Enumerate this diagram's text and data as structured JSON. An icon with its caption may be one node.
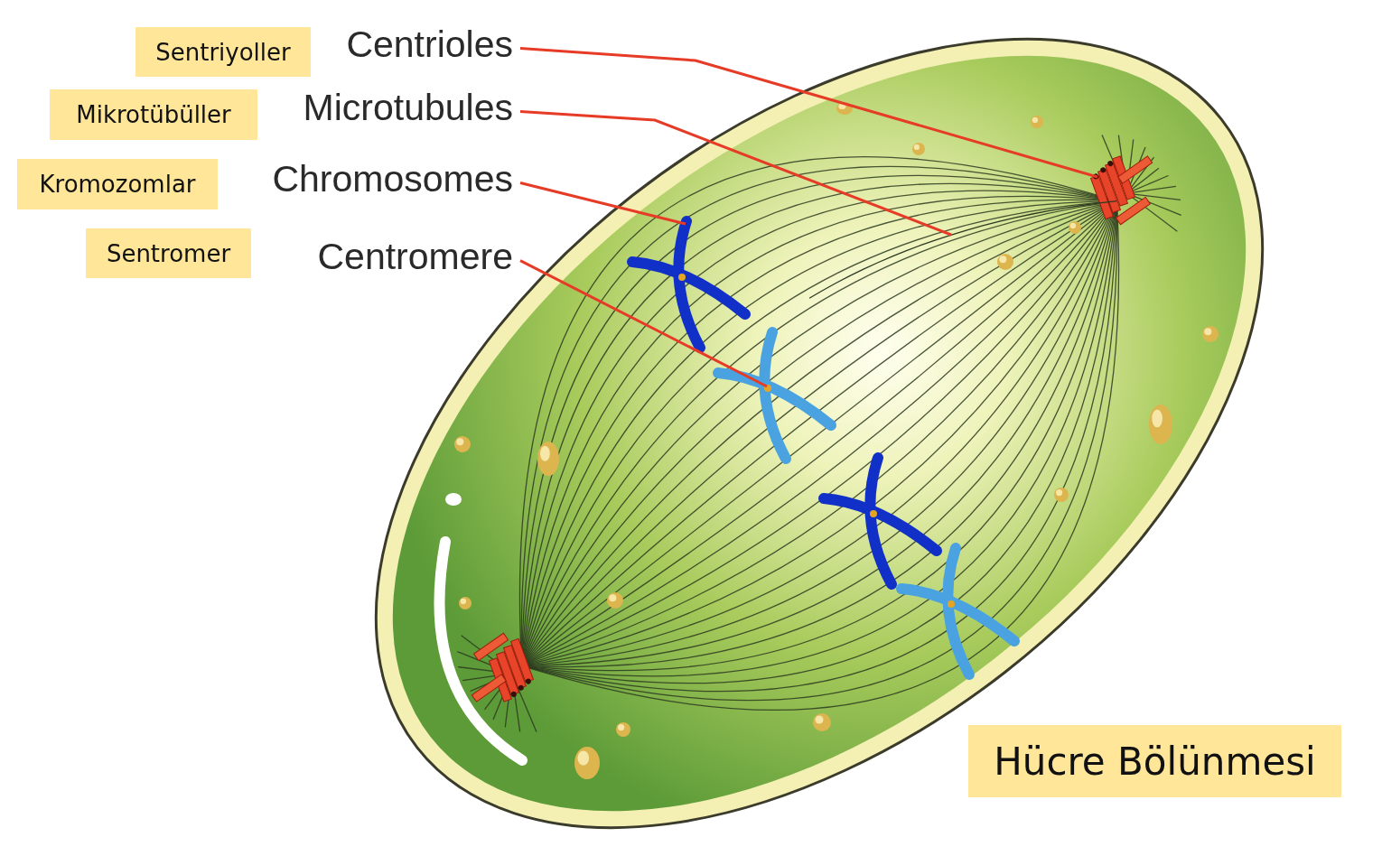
{
  "diagram": {
    "nodes": [
      {
        "text": [
          "Sentriyoller"
        ]
      },
      {
        "text": [
          "Centrioles"
        ]
      },
      {
        "text": [
          "Mikrotübüller"
        ]
      },
      {
        "text": [
          "Microtubules"
        ]
      },
      {
        "text": [
          "Kromozomlar"
        ]
      },
      {
        "text": [
          "Chromosomes"
        ]
      },
      {
        "text": [
          "Sentromer"
        ]
      },
      {
        "text": [
          "Centromere"
        ]
      },
      {
        "text": [],
        "shape": "picture"
      },
      {
        "text": [],
        "shape": "picture"
      },
      {
        "text": [],
        "shape": "picture"
      },
      {
        "text": [],
        "shape": "picture"
      },
      {
        "text": [
          "Hücre Bölünmesi"
        ]
      },
      {
        "text": [],
        "shape": "picture"
      }
    ],
    "edges": [
      {
        "from": 1,
        "to": 8,
        "arrow": "none"
      },
      {
        "from": 3,
        "to": 9,
        "arrow": "none"
      },
      {
        "from": 5,
        "to": 10,
        "arrow": "none"
      },
      {
        "from": 7,
        "to": 11,
        "arrow": "none"
      }
    ]
  }
}
